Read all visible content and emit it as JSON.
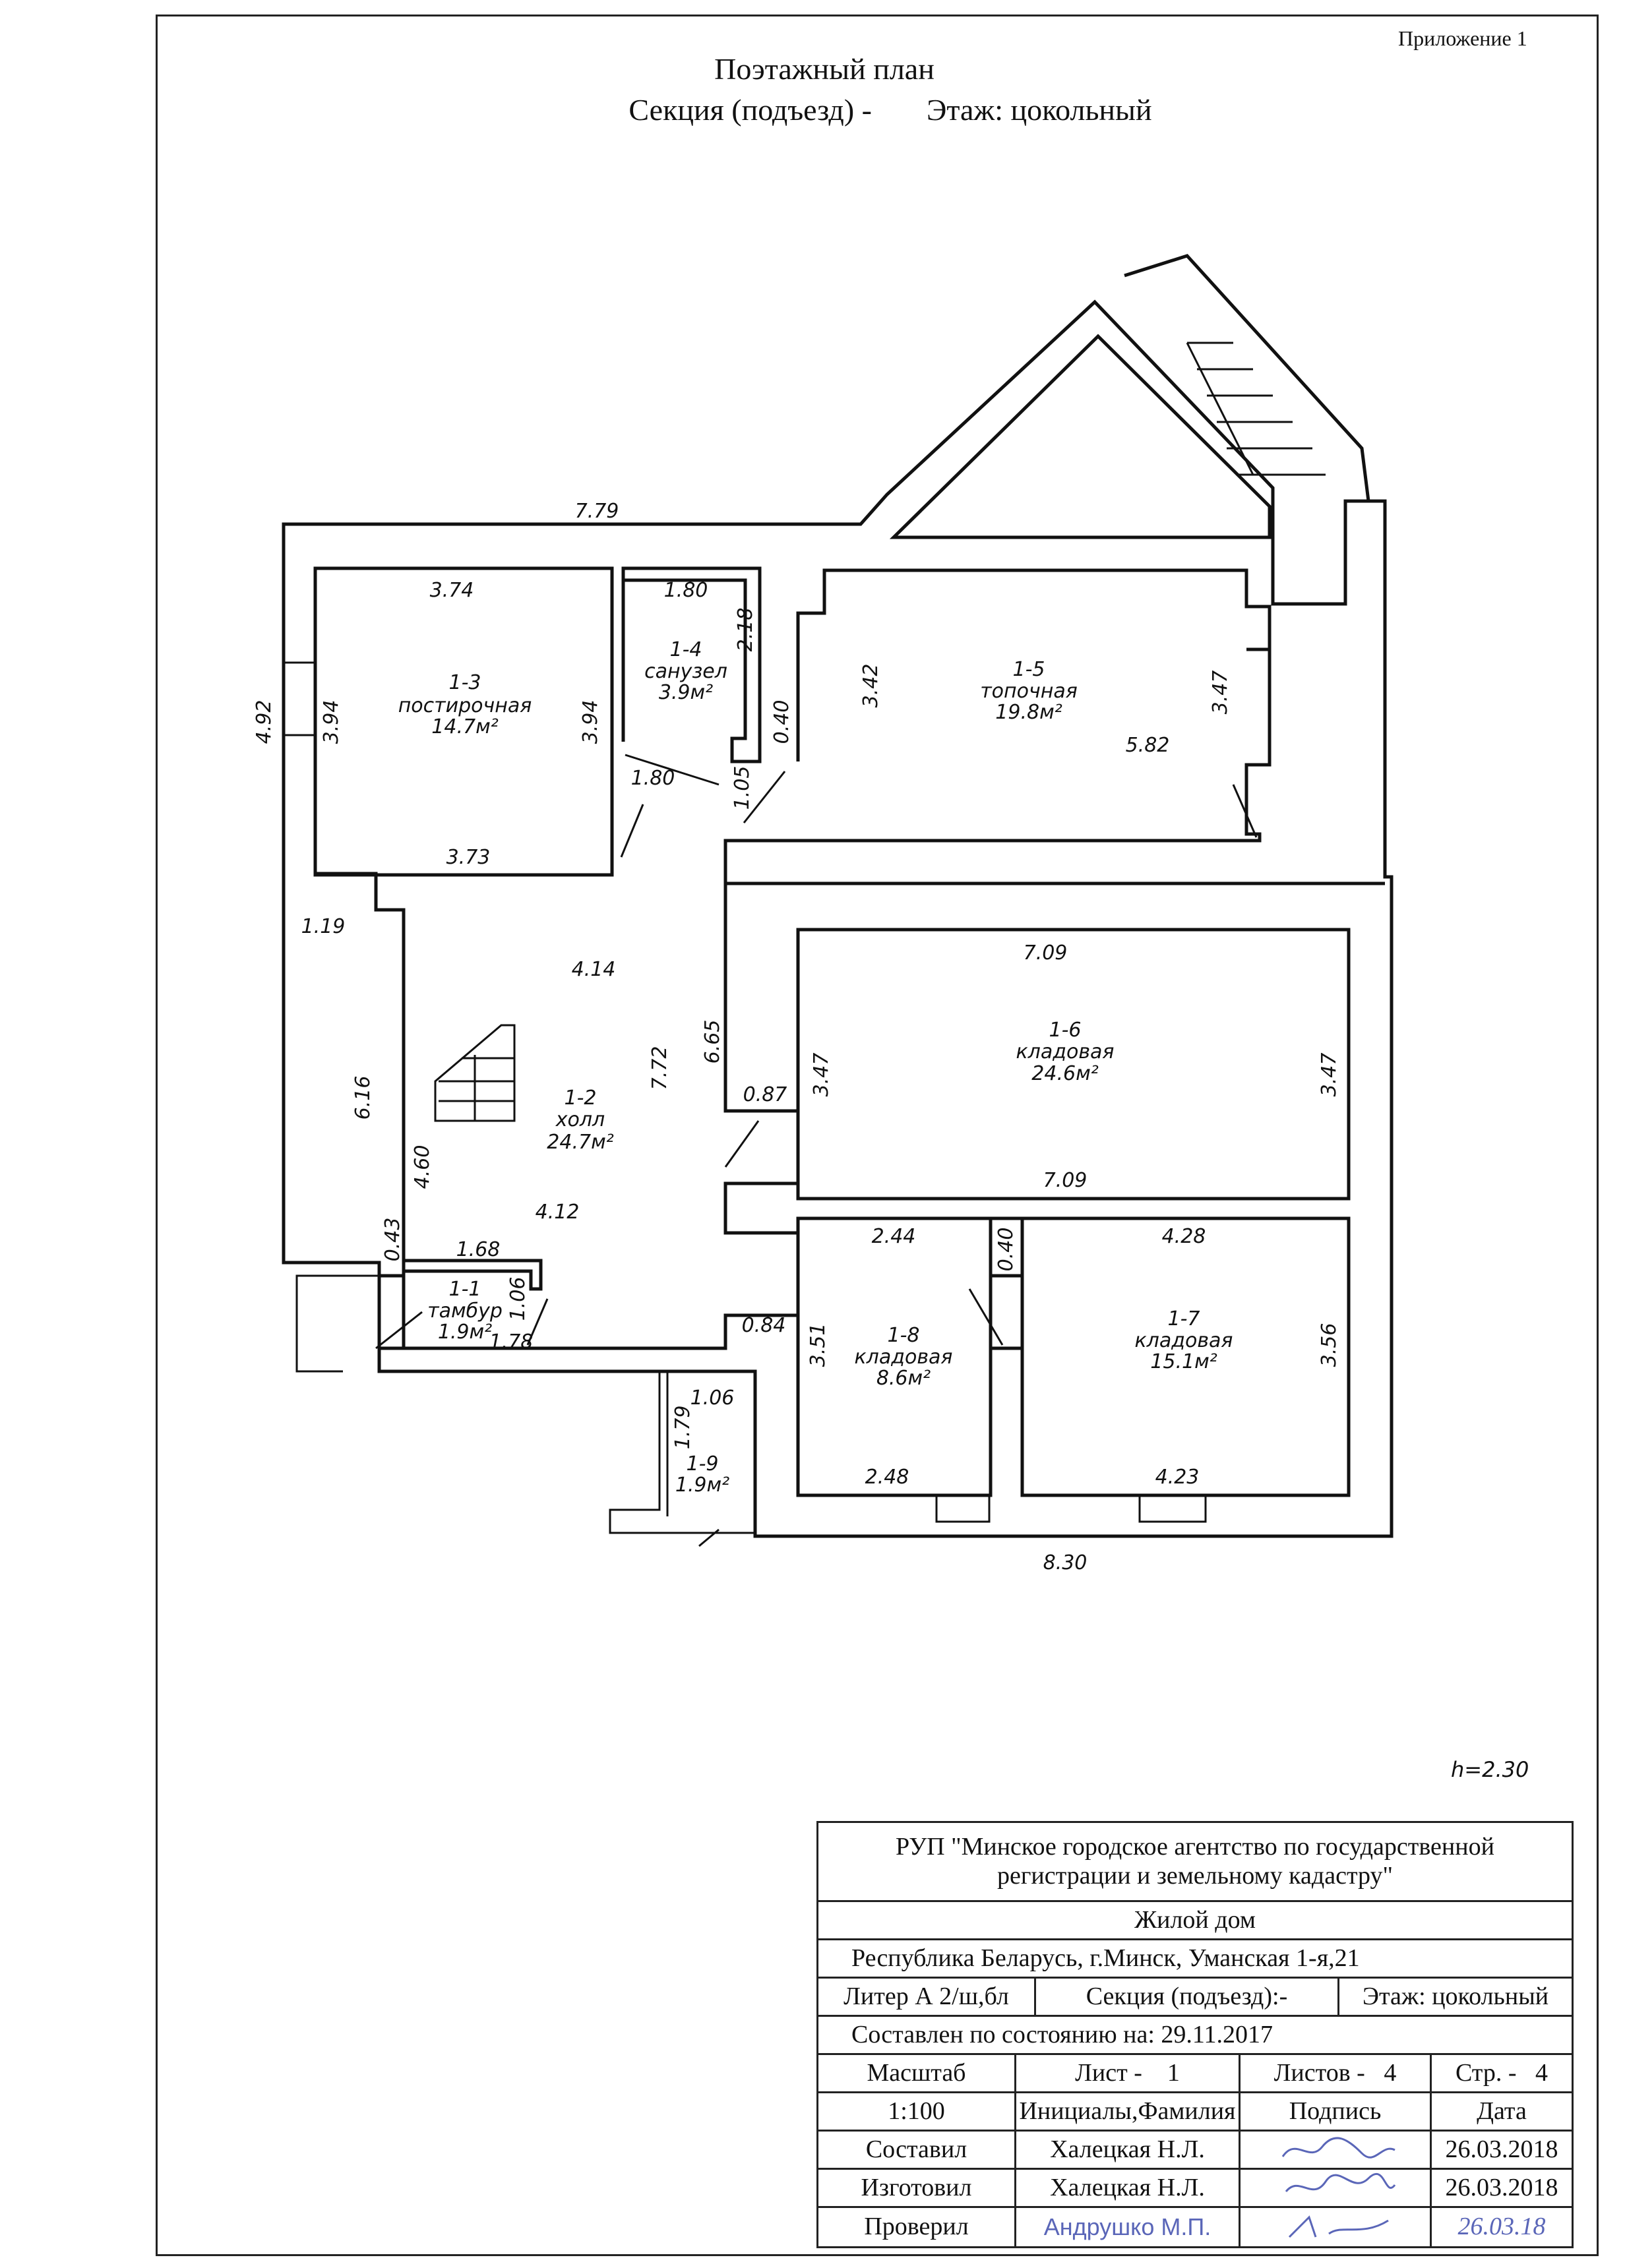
{
  "header": {
    "appendix": "Приложение 1",
    "title": "Поэтажный план",
    "subtitle_section": "Секция (подъезд) -",
    "subtitle_floor": "Этаж: цокольный"
  },
  "rooms": [
    {
      "id": "1-3",
      "name": "постирочная",
      "area": "14.7м²"
    },
    {
      "id": "1-4",
      "name": "санузел",
      "area": "3.9м²"
    },
    {
      "id": "1-5",
      "name": "топочная",
      "area": "19.8м²"
    },
    {
      "id": "1-6",
      "name": "кладовая",
      "area": "24.6м²"
    },
    {
      "id": "1-2",
      "name": "холл",
      "area": "24.7м²"
    },
    {
      "id": "1-1",
      "name": "тамбур",
      "area": "1.9м²"
    },
    {
      "id": "1-8",
      "name": "кладовая",
      "area": "8.6м²"
    },
    {
      "id": "1-7",
      "name": "кладовая",
      "area": "15.1м²"
    },
    {
      "id": "1-9",
      "name": "",
      "area": "1.9м²"
    }
  ],
  "dimensions": {
    "top_total": "7.79",
    "r13_top": "3.74",
    "r13_bottom": "3.73",
    "r13_left": "3.94",
    "r13_right": "3.94",
    "r14_top": "1.80",
    "r14_right": "2.18",
    "r14_door": "1.80",
    "left_outer": "4.92",
    "left_step": "1.19",
    "r15_left": "3.42",
    "r15_right": "3.47",
    "r15_bottom": "5.82",
    "wall_040_a": "0.40",
    "wall_105": "1.05",
    "hall_top": "4.14",
    "hall_right": "7.72",
    "hall_left": "6.16",
    "hall_inner": "4.60",
    "hall_bottom": "4.12",
    "wall_665": "6.65",
    "wall_087": "0.87",
    "r16_top": "7.09",
    "r16_bottom": "7.09",
    "r16_left": "3.47",
    "r16_right": "3.47",
    "wall_043": "0.43",
    "r11_top": "1.68",
    "r11_right": "1.06",
    "r11_bottom": "1.78",
    "wall_084": "0.84",
    "r18_top": "2.44",
    "r18_left": "3.51",
    "r18_bottom": "2.48",
    "wall_040_b": "0.40",
    "r17_top": "4.28",
    "r17_right": "3.56",
    "r17_bottom": "4.23",
    "r19_top": "1.06",
    "r19_left": "1.79",
    "bottom_total": "8.30"
  },
  "height_note": "h=2.30",
  "title_block": {
    "org": "РУП \"Минское городское агентство по государственной регистрации и земельному кадастру\"",
    "object": "Жилой дом",
    "address": "Республика Беларусь, г.Минск, Уманская 1-я,21",
    "liter": "Литер А 2/ш,бл",
    "section": "Секция (подъезд):-",
    "floor": "Этаж: цокольный",
    "state": "Составлен по состоянию на: 29.11.2017",
    "scale_label": "Масштаб",
    "sheet_label": "Лист -",
    "sheet_value": "1",
    "sheets_label": "Листов -",
    "sheets_value": "4",
    "page_label": "Стр. -",
    "page_value": "4",
    "scale_value": "1:100",
    "col_initials": "Инициалы,Фамилия",
    "col_signature": "Подпись",
    "col_date": "Дата",
    "rows": [
      {
        "role": "Составил",
        "name": "Халецкая Н.Л.",
        "date": "26.03.2018"
      },
      {
        "role": "Изготовил",
        "name": "Халецкая Н.Л.",
        "date": "26.03.2018"
      },
      {
        "role": "Проверил",
        "name": "Андрушко М.П.",
        "date": "26.03.18"
      }
    ]
  }
}
